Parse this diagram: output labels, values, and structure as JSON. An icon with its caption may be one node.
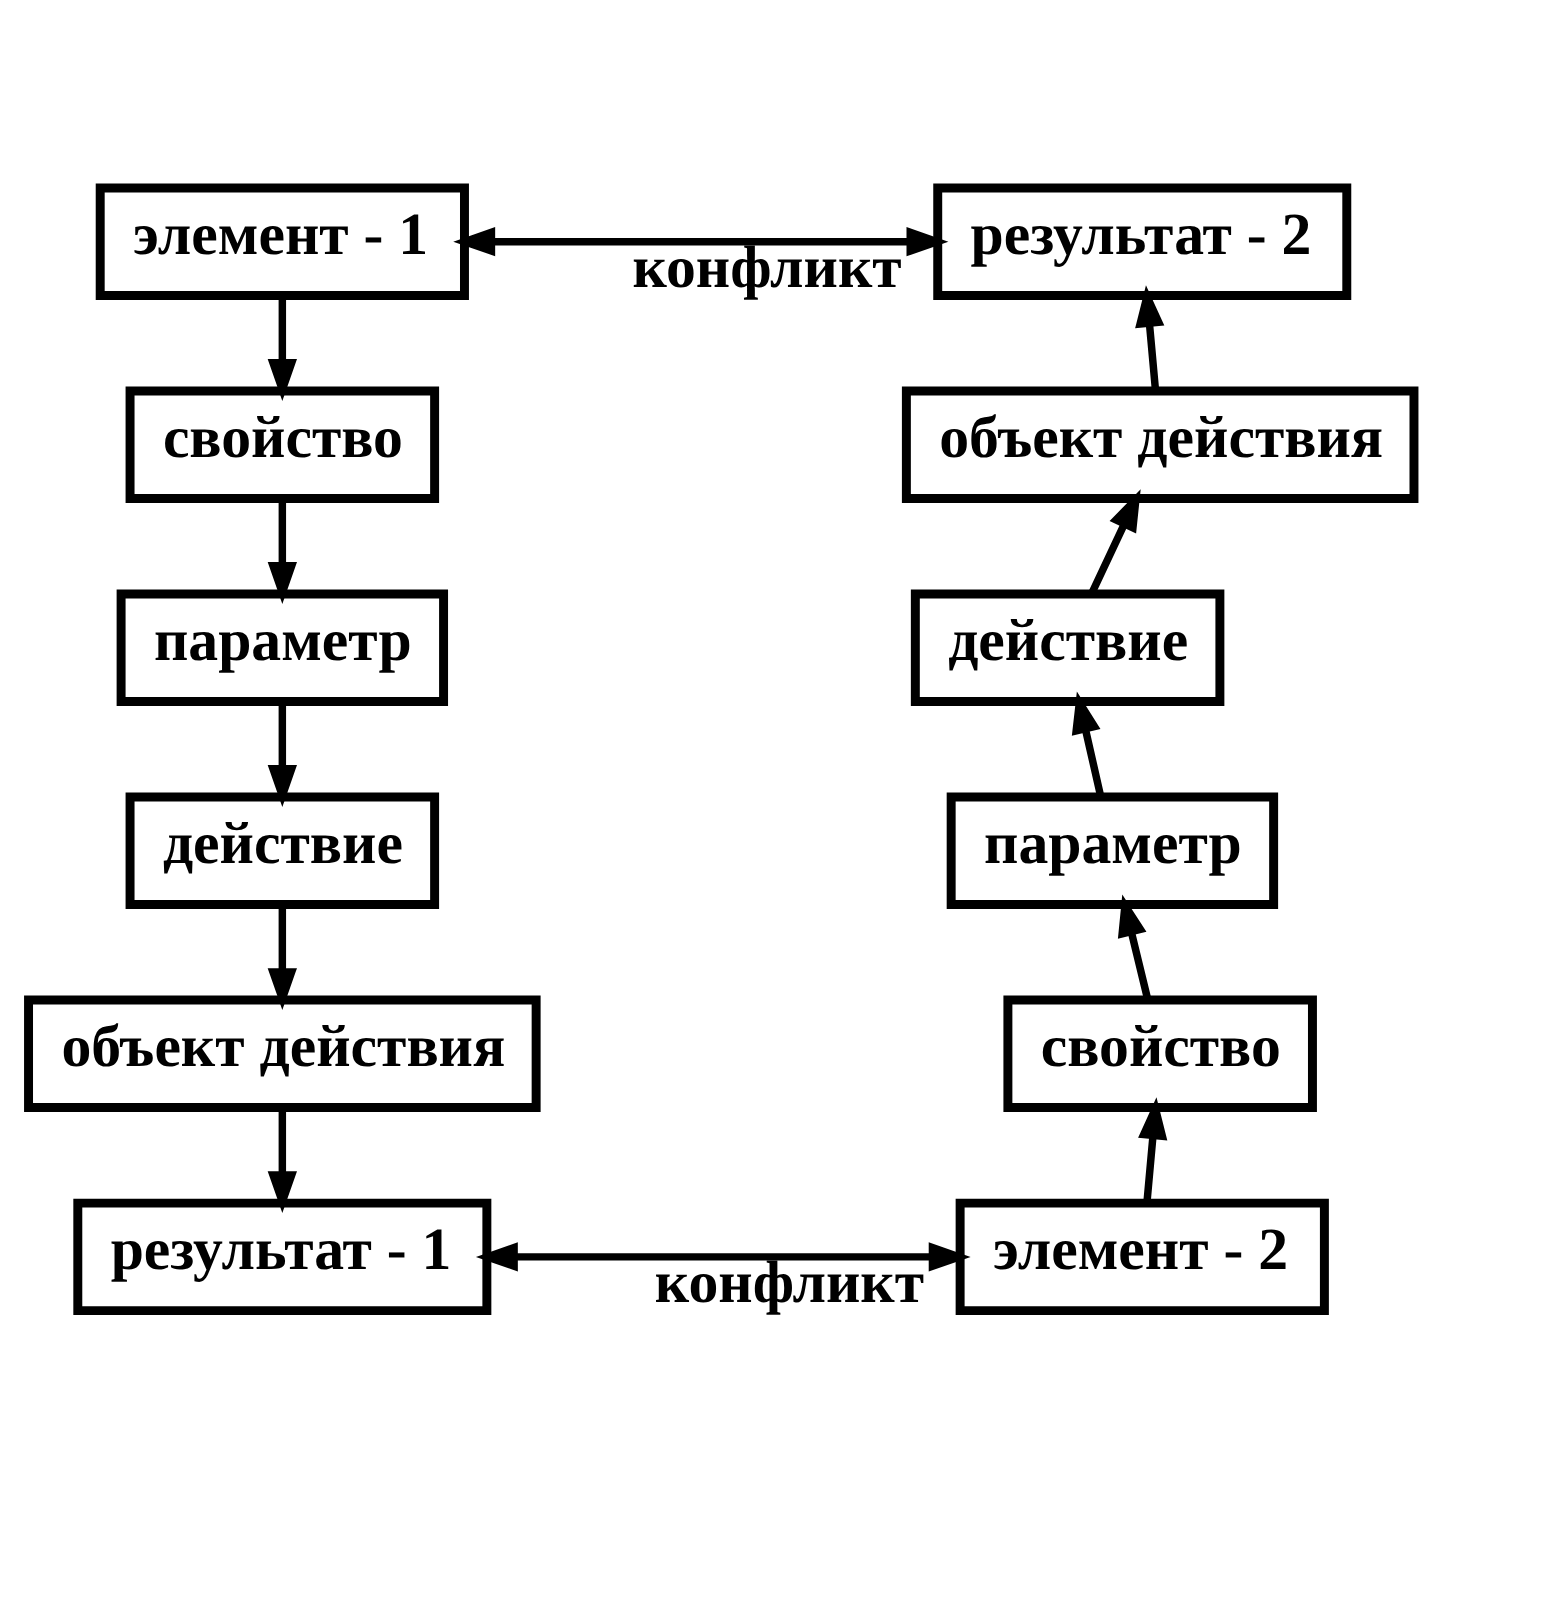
{
  "diagram": {
    "nodes": [
      {
        "text": [
          "элемент - 1"
        ]
      },
      {
        "text": [
          "свойство"
        ]
      },
      {
        "text": [
          "параметр"
        ]
      },
      {
        "text": [
          "действие"
        ]
      },
      {
        "text": [
          "объект действия"
        ]
      },
      {
        "text": [
          "результат - 1"
        ]
      },
      {
        "text": [
          "результат - 2"
        ]
      },
      {
        "text": [
          "объект действия"
        ]
      },
      {
        "text": [
          "действие"
        ]
      },
      {
        "text": [
          "параметр"
        ]
      },
      {
        "text": [
          "свойство"
        ]
      },
      {
        "text": [
          "элемент - 2"
        ]
      }
    ],
    "edges": [
      {
        "from": 0,
        "to": 1,
        "arrow": "to"
      },
      {
        "from": 1,
        "to": 2,
        "arrow": "to"
      },
      {
        "from": 2,
        "to": 3,
        "arrow": "to"
      },
      {
        "from": 3,
        "to": 4,
        "arrow": "to"
      },
      {
        "from": 4,
        "to": 5,
        "arrow": "to"
      },
      {
        "from": 11,
        "to": 10,
        "arrow": "to"
      },
      {
        "from": 10,
        "to": 9,
        "arrow": "to"
      },
      {
        "from": 9,
        "to": 8,
        "arrow": "to"
      },
      {
        "from": 8,
        "to": 7,
        "arrow": "to"
      },
      {
        "from": 7,
        "to": 6,
        "arrow": "to"
      },
      {
        "from": 0,
        "to": 6,
        "arrow": "both",
        "label": "конфликт"
      },
      {
        "from": 5,
        "to": 11,
        "arrow": "both",
        "label": "конфликт"
      }
    ]
  }
}
